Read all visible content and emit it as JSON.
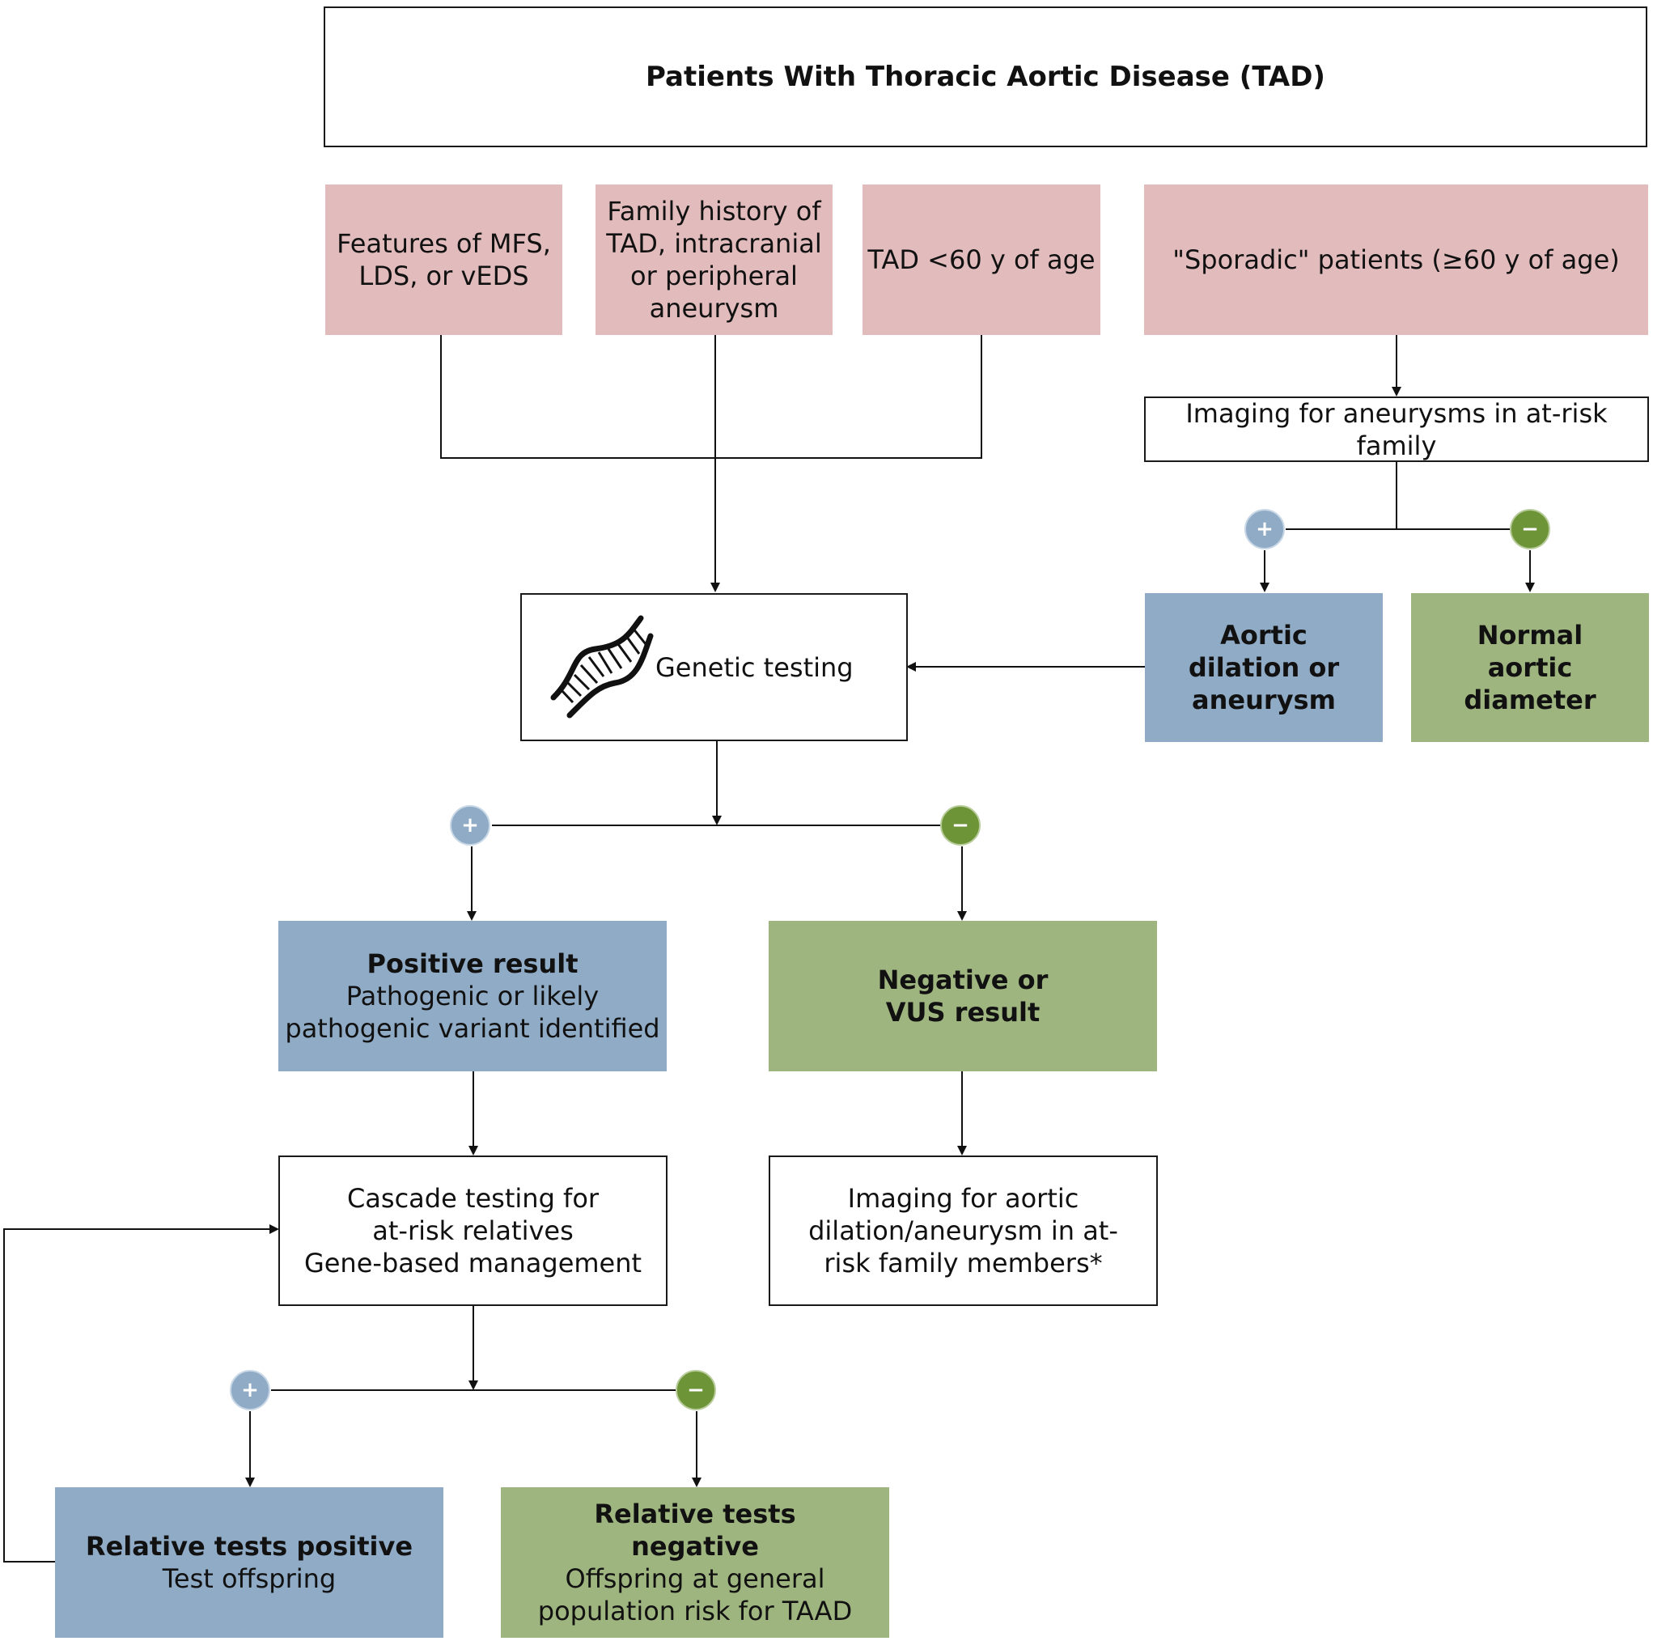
{
  "title": "Patients With Thoracic Aortic Disease (TAD)",
  "criteria": {
    "mfs": "Features of MFS, LDS, or vEDS",
    "family": "Family history of TAD, intracranial or peripheral aneurysm",
    "young": "TAD <60 y of age",
    "sporadic": "\"Sporadic\" patients (≥60 y of age)"
  },
  "imaging_family": "Imaging for aneurysms in at-risk family",
  "aortic_dilation": "Aortic dilation or aneurysm",
  "normal_diameter": "Normal aortic diameter",
  "genetic_testing": "Genetic testing",
  "positive": {
    "heading": "Positive result",
    "detail": "Pathogenic or likely pathogenic variant identified"
  },
  "negative": "Negative or VUS result",
  "cascade": {
    "line1": "Cascade testing for",
    "line2": "at-risk relatives",
    "line3": "Gene-based management"
  },
  "imaging_members": "Imaging for aortic dilation/aneurysm in at-risk family members*",
  "relative_positive": {
    "heading": "Relative tests positive",
    "detail": "Test offspring"
  },
  "relative_negative": {
    "heading": "Relative tests negative",
    "detail": "Offspring at general population risk for TAAD"
  },
  "badges": {
    "plus": "+",
    "minus": "−"
  },
  "icons": {
    "genetic": "dna-icon"
  },
  "colors": {
    "criteria": "#e2bcbd",
    "positive": "#90abc6",
    "negative": "#9fb57f",
    "plus_badge": "#90abc6",
    "minus_badge": "#6e9438"
  }
}
